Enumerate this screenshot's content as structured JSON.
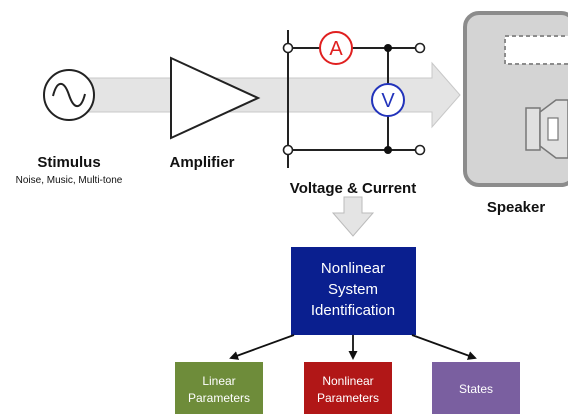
{
  "stimulus": {
    "title": "Stimulus",
    "subtitle": "Noise, Music, Multi-tone"
  },
  "amplifier": {
    "title": "Amplifier"
  },
  "measurement": {
    "title": "Voltage & Current",
    "ammeter_symbol": "A",
    "voltmeter_symbol": "V"
  },
  "speaker": {
    "title": "Speaker"
  },
  "identification": {
    "lines": [
      "Nonlinear",
      "System",
      "Identification"
    ]
  },
  "outputs": [
    {
      "lines": [
        "Linear",
        "Parameters"
      ]
    },
    {
      "lines": [
        "Nonlinear",
        "Parameters"
      ]
    },
    {
      "lines": [
        "States"
      ]
    }
  ],
  "colors": {
    "signal_flow": "#e4e4e4",
    "ammeter": "#e02020",
    "voltmeter": "#2233bb",
    "identification_box": "#0a1f8f",
    "linear_box": "#6e8c3a",
    "nonlinear_box": "#b11717",
    "states_box": "#7a5fa0",
    "speaker_cabinet": "#d4d4d4",
    "speaker_border": "#8c8c8c"
  },
  "icons": {
    "source": "sine-wave-icon",
    "amplifier": "triangle-amplifier-icon",
    "speaker": "speaker-driver-icon"
  }
}
